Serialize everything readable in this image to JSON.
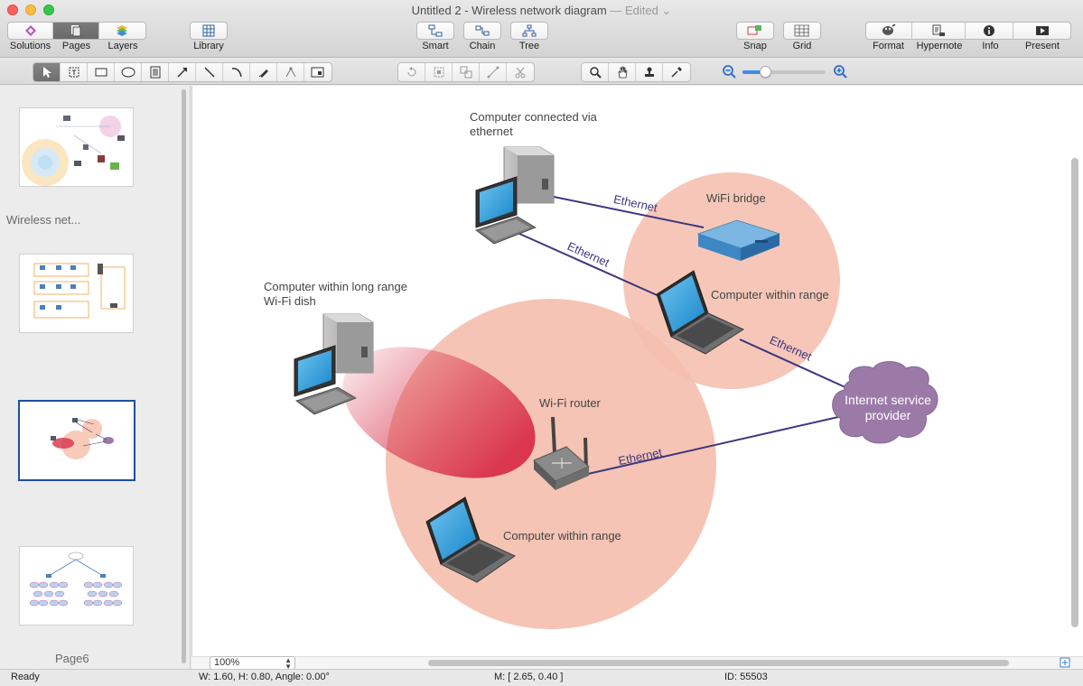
{
  "window": {
    "title": "Untitled 2 - Wireless network diagram",
    "edited": "— Edited ⌄"
  },
  "toolbar": {
    "solutions": "Solutions",
    "pages": "Pages",
    "layers": "Layers",
    "library": "Library",
    "smart": "Smart",
    "chain": "Chain",
    "tree": "Tree",
    "snap": "Snap",
    "grid": "Grid",
    "format": "Format",
    "hypernote": "Hypernote",
    "info": "Info",
    "present": "Present"
  },
  "sidebar": {
    "page_labels": [
      "Wireless net...",
      "Page6"
    ],
    "selected_page": 3
  },
  "diagram": {
    "label_ethernet_pc": "Computer connected via",
    "label_ethernet_pc_2": "ethernet",
    "label_wifi_bridge": "WiFi bridge",
    "label_computer_range_top": "Computer within range",
    "label_long_range": "Computer within long range",
    "label_long_range_2": "Wi-Fi dish",
    "label_router": "Wi-Fi router",
    "label_computer_range_bottom": "Computer within range",
    "label_isp_1": "Internet service",
    "label_isp_2": "provider",
    "ethernet_1": "Ethernet",
    "ethernet_2": "Ethernet",
    "ethernet_3": "Ethernet",
    "ethernet_4": "Ethernet"
  },
  "zoom": {
    "value": "100%"
  },
  "status": {
    "ready": "Ready",
    "size": "W: 1.60,  H: 0.80,  Angle: 0.00°",
    "mouse": "M: [ 2.65, 0.40 ]",
    "id": "ID: 55503"
  },
  "colors": {
    "range_circle": "#f5bfae",
    "dish_beam": "#d8304a",
    "isp_cloud": "#9b7aa8",
    "ethernet_line": "#3d3680",
    "selection": "#1f4f9e"
  }
}
